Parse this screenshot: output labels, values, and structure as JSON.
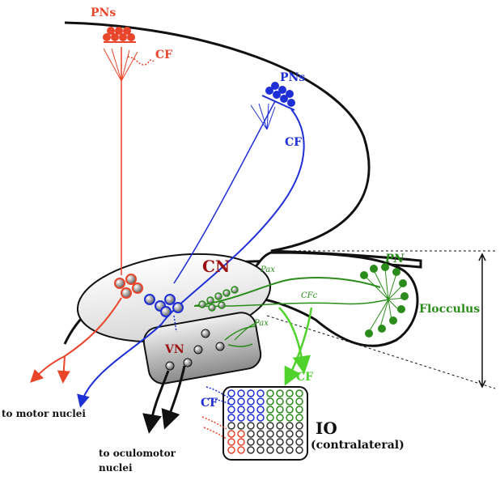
{
  "colors": {
    "red": "#e8452a",
    "blue": "#1f2fd6",
    "green": "#2a8c1a",
    "lime": "#4fd32c",
    "dark_red": "#9c1111",
    "black": "#111111"
  },
  "labels": {
    "pns_red": "PNs",
    "cf_red": "CF",
    "pns_blue": "PNs",
    "cf_blue": "CF",
    "cn": "CN",
    "pax_top": "Pax",
    "cfc": "CFc",
    "pax_bottom": "Pax",
    "pn_green": "PN",
    "flocculus": "Flocculus",
    "vn": "VN",
    "cf_green": "CF",
    "cf_io": "CF",
    "io": "IO",
    "io_sub": "(contralateral)",
    "to_motor": "to motor nuclei",
    "to_oculomotor_1": "to oculomotor",
    "to_oculomotor_2": "nuclei"
  }
}
